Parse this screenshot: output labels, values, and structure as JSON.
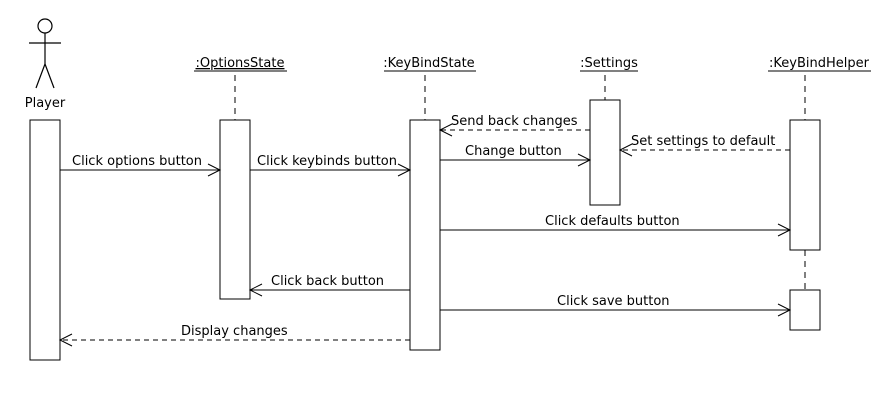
{
  "actor": {
    "name": "Player",
    "icon": "stick-figure-icon"
  },
  "participants": [
    {
      "id": "options",
      "label": ":OptionsState"
    },
    {
      "id": "keybind",
      "label": ":KeyBindState"
    },
    {
      "id": "settings",
      "label": ":Settings"
    },
    {
      "id": "helper",
      "label": ":KeyBindHelper"
    }
  ],
  "messages": [
    {
      "id": "m1",
      "label": "Click options button",
      "from": "player",
      "to": "options",
      "style": "solid"
    },
    {
      "id": "m2",
      "label": "Click keybinds button",
      "from": "options",
      "to": "keybind",
      "style": "solid"
    },
    {
      "id": "m3",
      "label": "Send back changes",
      "from": "settings",
      "to": "keybind",
      "style": "dashed"
    },
    {
      "id": "m4",
      "label": "Change button",
      "from": "keybind",
      "to": "settings",
      "style": "solid"
    },
    {
      "id": "m5",
      "label": "Set settings to default",
      "from": "helper",
      "to": "settings",
      "style": "dashed"
    },
    {
      "id": "m6",
      "label": "Click defaults button",
      "from": "keybind",
      "to": "helper",
      "style": "solid"
    },
    {
      "id": "m7",
      "label": "Click back button",
      "from": "keybind",
      "to": "options",
      "style": "solid"
    },
    {
      "id": "m8",
      "label": "Click save button",
      "from": "keybind",
      "to": "helper",
      "style": "solid"
    },
    {
      "id": "m9",
      "label": "Display changes",
      "from": "keybind",
      "to": "player",
      "style": "dashed"
    }
  ]
}
